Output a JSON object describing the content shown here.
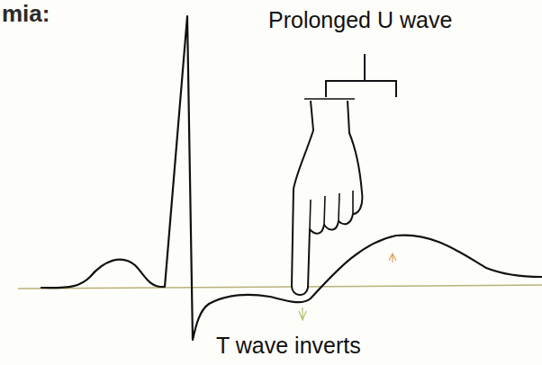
{
  "diagram": {
    "title": "mia:",
    "labels": [
      "Prolonged U wave",
      "T wave inverts"
    ]
  }
}
